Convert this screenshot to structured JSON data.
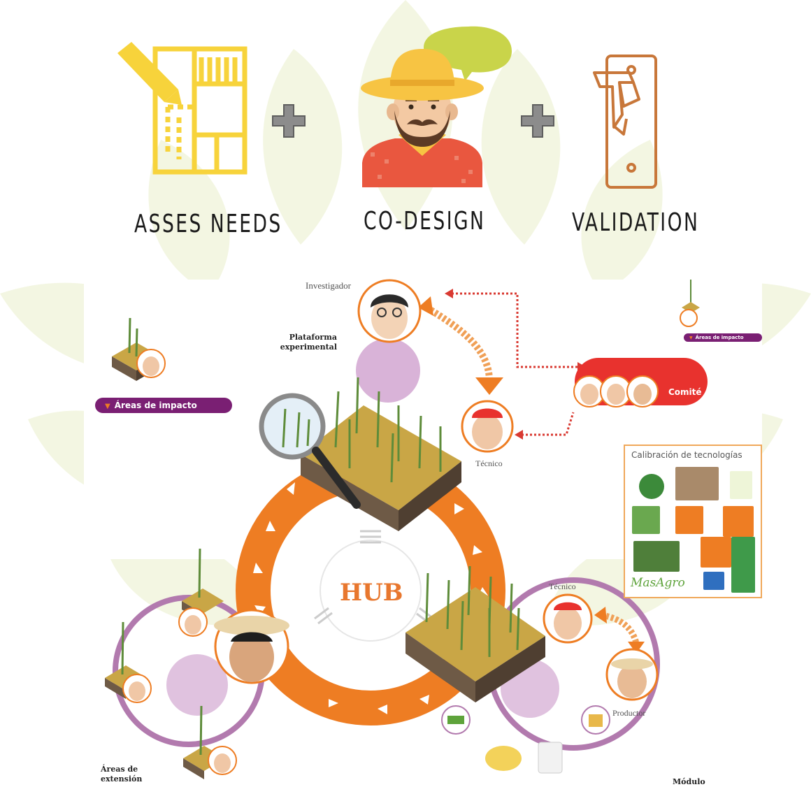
{
  "stages": [
    {
      "label": "ASSES NEEDS",
      "icon": "blueprint-pencil-icon"
    },
    {
      "label": "CO-DESIGN",
      "icon": "farmer-speech-icon"
    },
    {
      "label": "VALIDATION",
      "icon": "switch-icon"
    }
  ],
  "operators": [
    "plus-icon",
    "plus-icon"
  ],
  "diagram": {
    "investigador": "Investigador",
    "plataforma": [
      "Plataforma",
      "experimental"
    ],
    "tecnico_top": "Técnico",
    "tecnico_right": "Técnico",
    "productor": "Productor",
    "comite": "Comité",
    "hub": "HUB",
    "areas_impacto": "Áreas de impacto",
    "areas_impacto_small": "Áreas de impacto",
    "areas_extension": [
      "Áreas de",
      "extensión"
    ],
    "modulo": "Módulo",
    "calibracion_title": "Calibración de tecnologías",
    "masagro": "MasAgro"
  },
  "colors": {
    "orange": "#ee7d23",
    "yellow": "#f7d33b",
    "purple": "#8e3b8a",
    "lilac": "#d9b3d8",
    "red": "#e8322e",
    "leaf_bg": "#f4f6e4"
  }
}
